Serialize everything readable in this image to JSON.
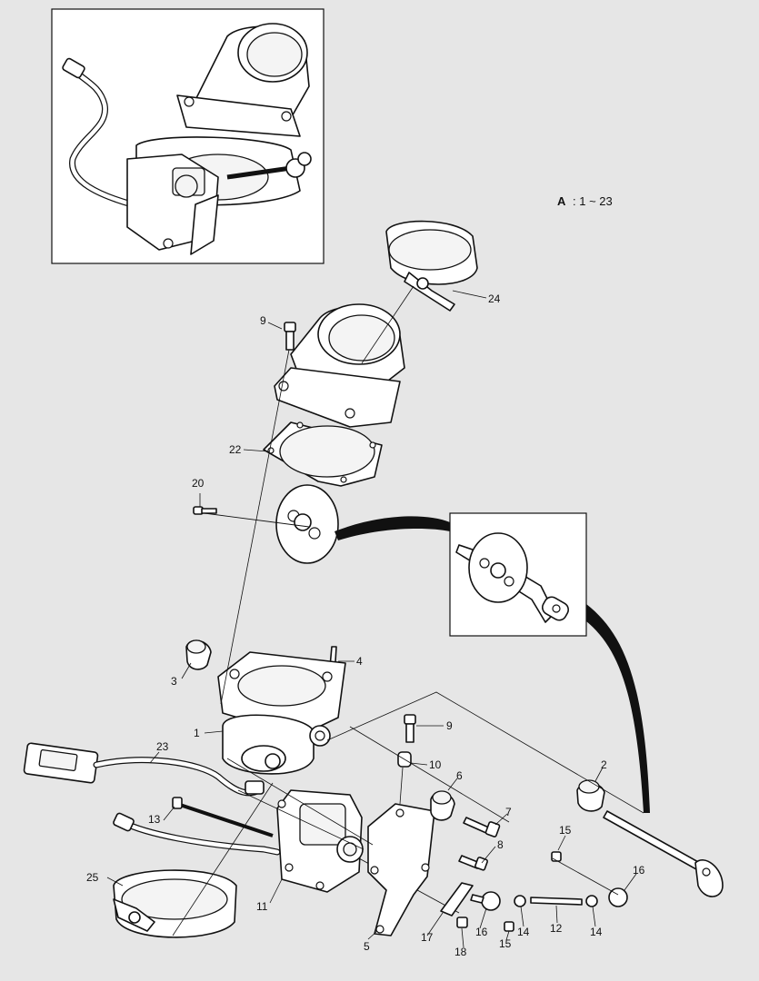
{
  "assembly_note": {
    "letter": "A",
    "range": ": 1 ~ 23"
  },
  "callouts": [
    "1",
    "2",
    "3",
    "4",
    "5",
    "6",
    "7",
    "8",
    "9",
    "9",
    "10",
    "11",
    "12",
    "13",
    "14",
    "14",
    "15",
    "15",
    "16",
    "16",
    "17",
    "18",
    "20",
    "22",
    "23",
    "24",
    "25"
  ]
}
